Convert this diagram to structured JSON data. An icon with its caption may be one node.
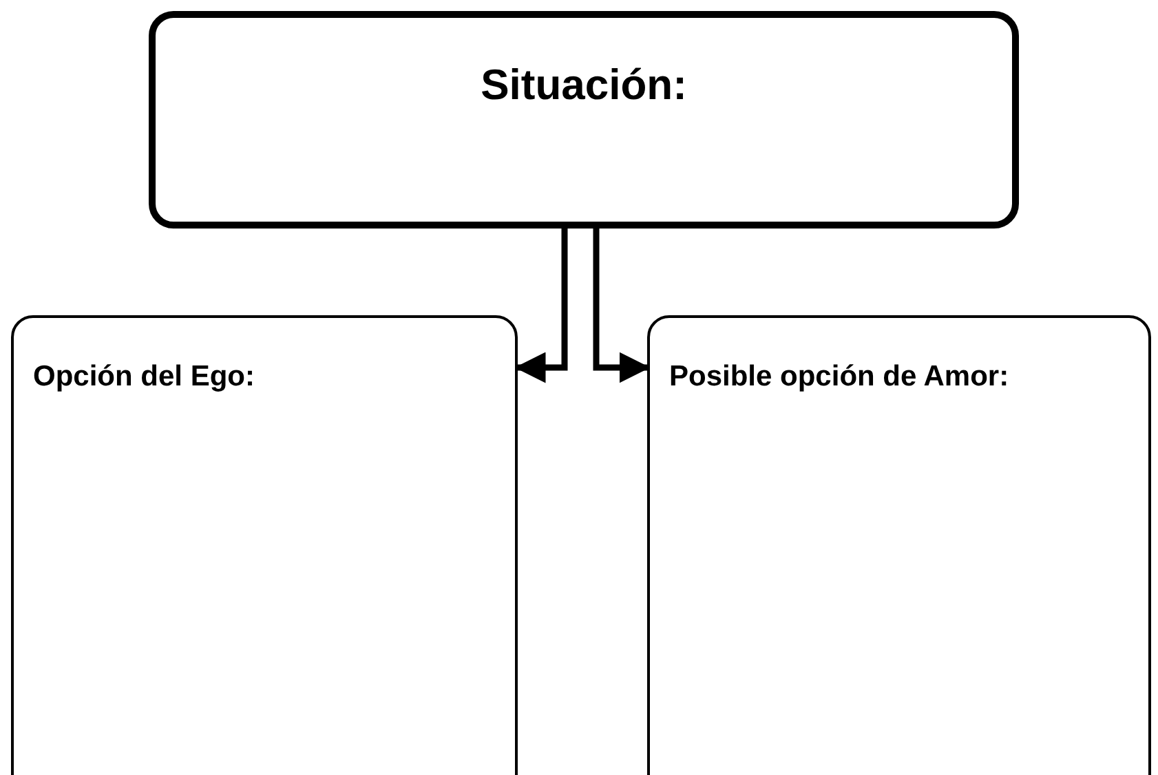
{
  "diagram": {
    "nodes": [
      {
        "text": [
          "Situación:"
        ]
      },
      {
        "text": [
          "Opción del Ego:"
        ]
      },
      {
        "text": [
          "Posible opción de Amor:"
        ]
      }
    ],
    "edges": [
      {
        "from": 0,
        "to": 1,
        "arrow": "to"
      },
      {
        "from": 0,
        "to": 2,
        "arrow": "to"
      }
    ]
  }
}
